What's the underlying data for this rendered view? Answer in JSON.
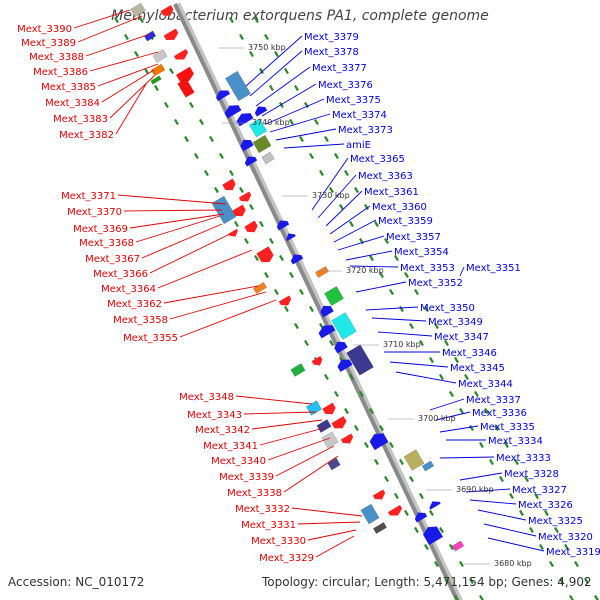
{
  "title": "Methylobacterium extorquens PA1, complete genome",
  "footer": {
    "accession": "Accession: NC_010172",
    "topology": "Topology: circular; Length: 5,471,154 bp; Genes: 4,902"
  },
  "colors": {
    "forward_label": "#e00000",
    "reverse_label": "#0000e0",
    "backbone": "#8a8a8a",
    "tick": "#2a8a2a",
    "gene_forward": "#ff1010",
    "gene_reverse": "#1010ee"
  },
  "kbp_markers": [
    "3750 kbp",
    "3740 kbp",
    "3730 kbp",
    "3720 kbp",
    "3710 kbp",
    "3700 kbp",
    "3690 kbp",
    "3680 kbp"
  ],
  "left_labels": [
    "Mext_3390",
    "Mext_3389",
    "Mext_3388",
    "Mext_3386",
    "Mext_3385",
    "Mext_3384",
    "Mext_3383",
    "Mext_3382",
    "Mext_3371",
    "Mext_3370",
    "Mext_3369",
    "Mext_3368",
    "Mext_3367",
    "Mext_3366",
    "Mext_3364",
    "Mext_3362",
    "Mext_3358",
    "Mext_3355",
    "Mext_3348",
    "Mext_3343",
    "Mext_3342",
    "Mext_3341",
    "Mext_3340",
    "Mext_3339",
    "Mext_3338",
    "Mext_3332",
    "Mext_3331",
    "Mext_3330",
    "Mext_3329"
  ],
  "right_labels": [
    "Mext_3379",
    "Mext_3378",
    "Mext_3377",
    "Mext_3376",
    "Mext_3375",
    "Mext_3374",
    "Mext_3373",
    "amiE",
    "Mext_3365",
    "Mext_3363",
    "Mext_3361",
    "Mext_3360",
    "Mext_3359",
    "Mext_3357",
    "Mext_3354",
    "Mext_3353",
    "Mext_3351",
    "Mext_3352",
    "Mext_3350",
    "Mext_3349",
    "Mext_3347",
    "Mext_3346",
    "Mext_3345",
    "Mext_3344",
    "Mext_3337",
    "Mext_3336",
    "Mext_3335",
    "Mext_3334",
    "Mext_3333",
    "Mext_3328",
    "Mext_3327",
    "Mext_3326",
    "Mext_3325",
    "Mext_3320",
    "Mext_3319"
  ]
}
